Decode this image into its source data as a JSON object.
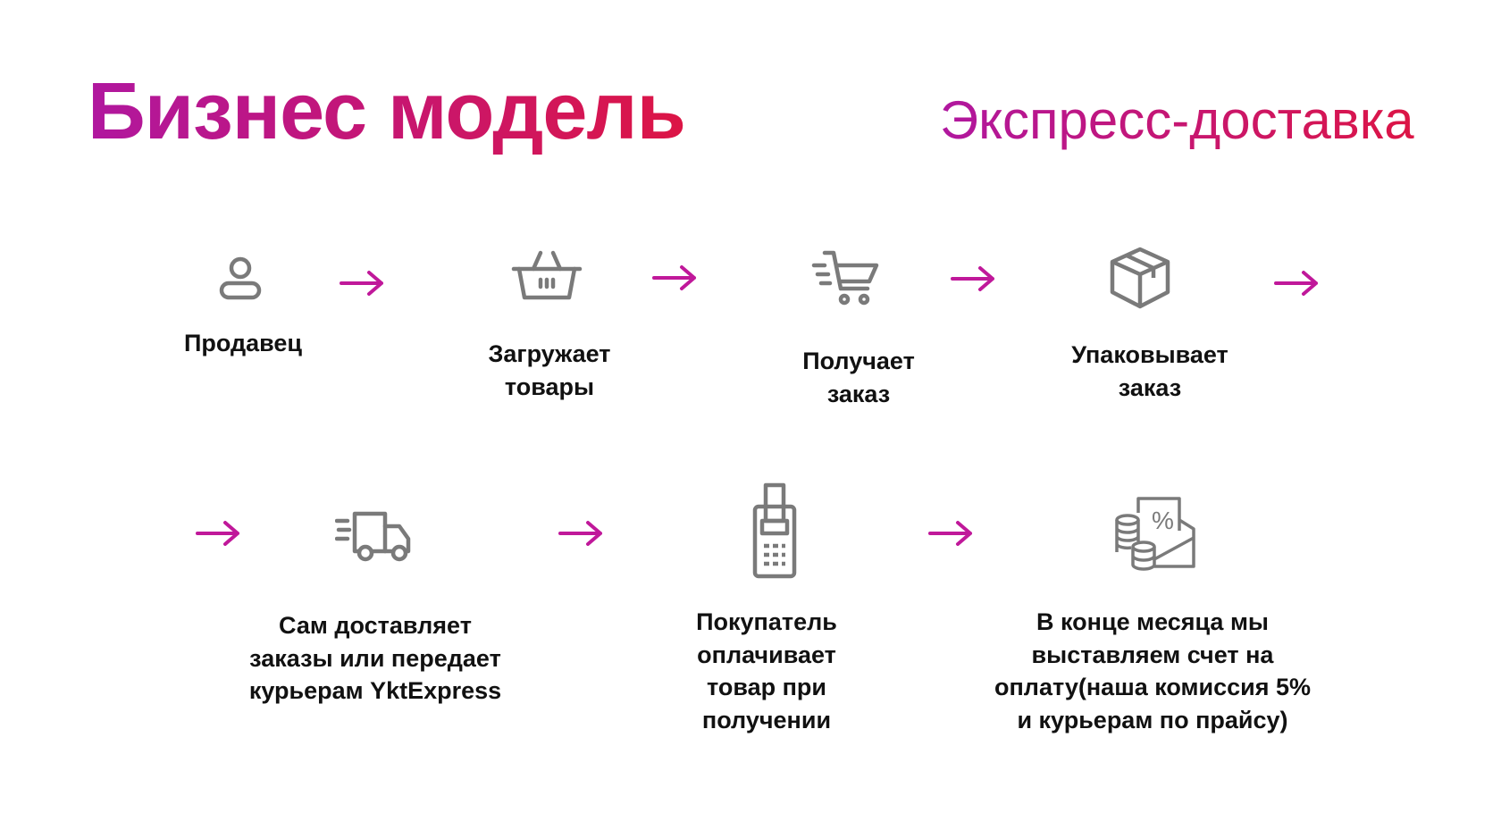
{
  "header": {
    "title": "Бизнес модель",
    "subtitle": "Экспресс-доставка"
  },
  "colors": {
    "gradient_start": "#b0179f",
    "gradient_end": "#dc1545",
    "arrow": "#c0189a",
    "icon": "#7a7a7a",
    "text": "#111111"
  },
  "steps": [
    {
      "icon": "user-icon",
      "lines": [
        "Продавец"
      ]
    },
    {
      "icon": "basket-icon",
      "lines": [
        "Загружает",
        "товары"
      ]
    },
    {
      "icon": "cart-icon",
      "lines": [
        "Получает",
        "заказ"
      ]
    },
    {
      "icon": "box-icon",
      "lines": [
        "Упаковывает",
        "заказ"
      ]
    },
    {
      "icon": "truck-icon",
      "lines": [
        "Сам доставляет",
        "заказы или передает",
        "курьерам YktExpress"
      ]
    },
    {
      "icon": "payment-terminal-icon",
      "lines": [
        "Покупатель",
        "оплачивает",
        "товар при",
        "получении"
      ]
    },
    {
      "icon": "coins-invoice-percent-icon",
      "lines": [
        "В конце месяца мы",
        "выставляем счет на",
        "оплату(наша комиссия 5%",
        "и курьерам по прайсу)"
      ]
    }
  ]
}
